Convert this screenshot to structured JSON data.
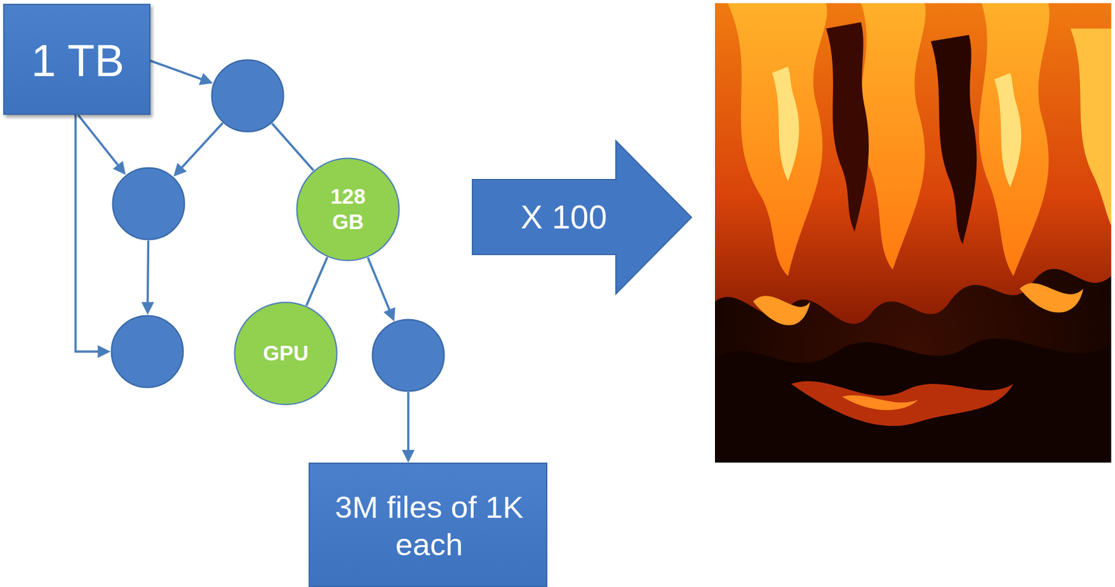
{
  "diagram": {
    "nodes": [
      {
        "text": [
          "1 TB"
        ]
      },
      {
        "text": []
      },
      {
        "text": []
      },
      {
        "text": [
          "128 GB"
        ]
      },
      {
        "text": []
      },
      {
        "text": [
          "GPU"
        ]
      },
      {
        "text": []
      },
      {
        "text": [
          "3M files of 1K each"
        ]
      },
      {
        "text": [
          "X 100"
        ]
      }
    ],
    "edges": [
      {
        "from": 0,
        "to": 1,
        "arrow": "to"
      },
      {
        "from": 0,
        "to": 2,
        "arrow": "to"
      },
      {
        "from": 0,
        "to": 4,
        "arrow": "to"
      },
      {
        "from": 1,
        "to": 2,
        "arrow": "to"
      },
      {
        "from": 1,
        "to": 3,
        "arrow": "none"
      },
      {
        "from": 2,
        "to": 4,
        "arrow": "to"
      },
      {
        "from": 3,
        "to": 5,
        "arrow": "none"
      },
      {
        "from": 3,
        "to": 6,
        "arrow": "to"
      },
      {
        "from": 6,
        "to": 7,
        "arrow": "to"
      }
    ]
  }
}
